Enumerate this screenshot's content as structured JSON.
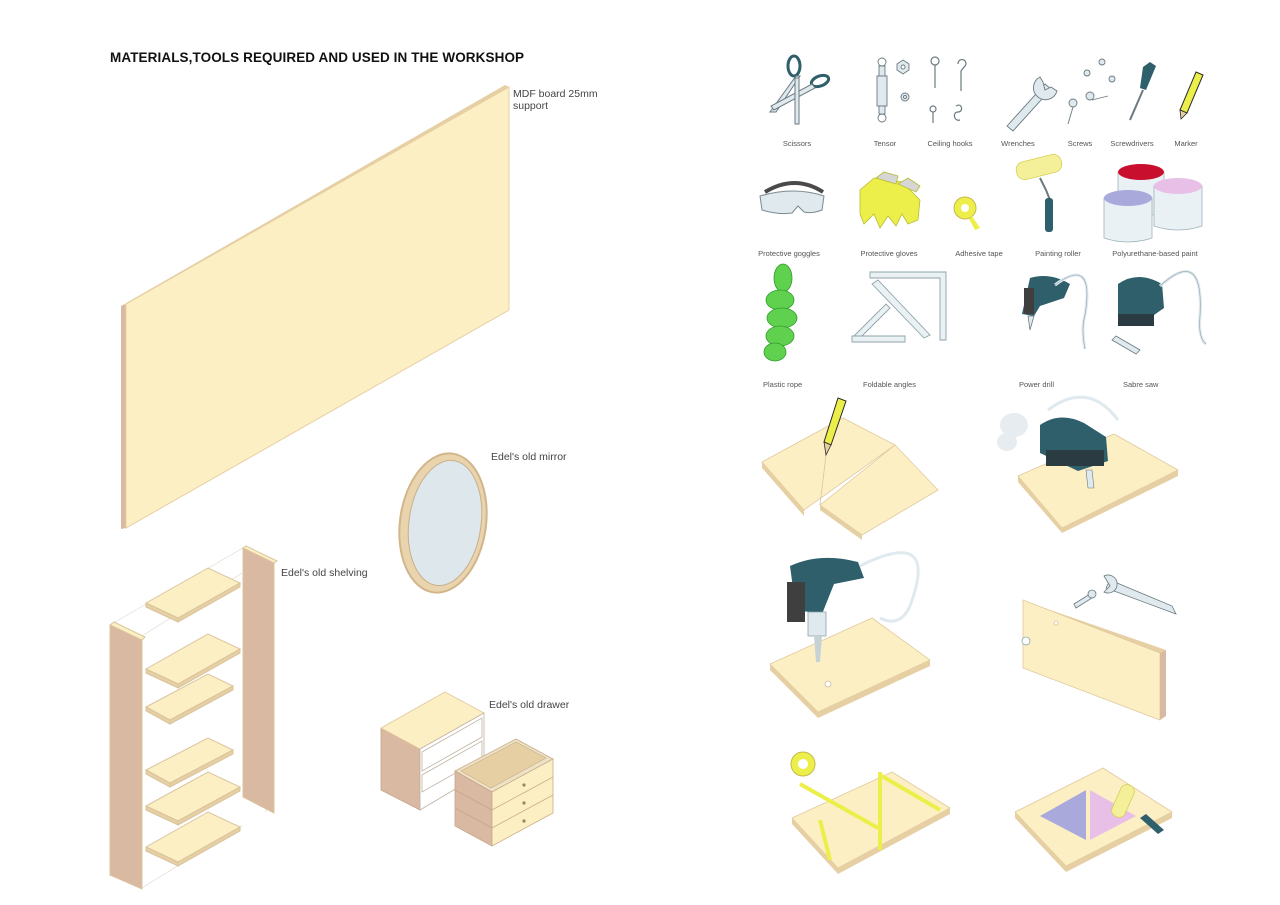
{
  "title": "MATERIALS,TOOLS REQUIRED AND  USED IN THE WORKSHOP",
  "materials": {
    "mdf": {
      "line1": "MDF board 25mm",
      "line2": "support"
    },
    "mirror": "Edel's old mirror",
    "shelving": "Edel's old shelving",
    "drawer": "Edel's old drawer"
  },
  "tools": {
    "scissors": "Scissors",
    "tensor": "Tensor",
    "ceiling_hooks": "Ceiling hooks",
    "wrenches": "Wrenches",
    "screws": "Screws",
    "screwdrivers": "Screwdrivers",
    "marker": "Marker",
    "goggles": "Protective goggles",
    "gloves": "Protective gloves",
    "tape": "Adhesive tape",
    "roller": "Painting roller",
    "paint": "Polyurethane-based paint",
    "rope": "Plastic rope",
    "angles": "Foldable angles",
    "drill": "Power drill",
    "saw": "Sabre saw"
  },
  "colors": {
    "wood_face": "#fdefc4",
    "wood_edge": "#e6cfa3",
    "wood_side": "#d9b9a1",
    "tool_teal": "#2e5f6b",
    "tool_steel": "#dfe9ee",
    "highlight_yellow": "#ecef4a",
    "rope_green": "#5fd14f",
    "paint_red": "#c8102e",
    "paint_lilac": "#e8bfe6",
    "paint_blue": "#a9a9dc"
  }
}
